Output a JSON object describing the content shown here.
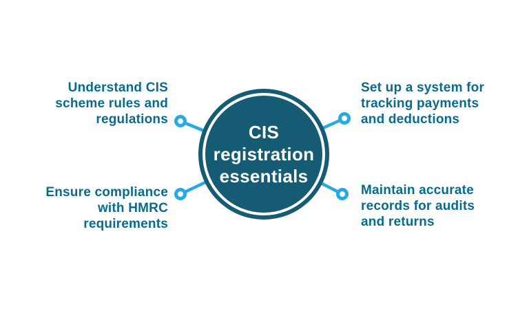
{
  "colors": {
    "background": "#ffffff",
    "circle_fill": "#155b73",
    "label_text": "#086b8e",
    "connector": "#29a9e1",
    "center_text": "#ffffff"
  },
  "center": {
    "title": "CIS\nregistration\nessentials"
  },
  "items": [
    {
      "position": "top-left",
      "label": "Understand CIS\nscheme rules and\nregulations"
    },
    {
      "position": "top-right",
      "label": "Set up a system for\ntracking payments\nand deductions"
    },
    {
      "position": "bottom-left",
      "label": "Ensure compliance\nwith HMRC\nrequirements"
    },
    {
      "position": "bottom-right",
      "label": "Maintain accurate\nrecords for audits\nand returns"
    }
  ]
}
